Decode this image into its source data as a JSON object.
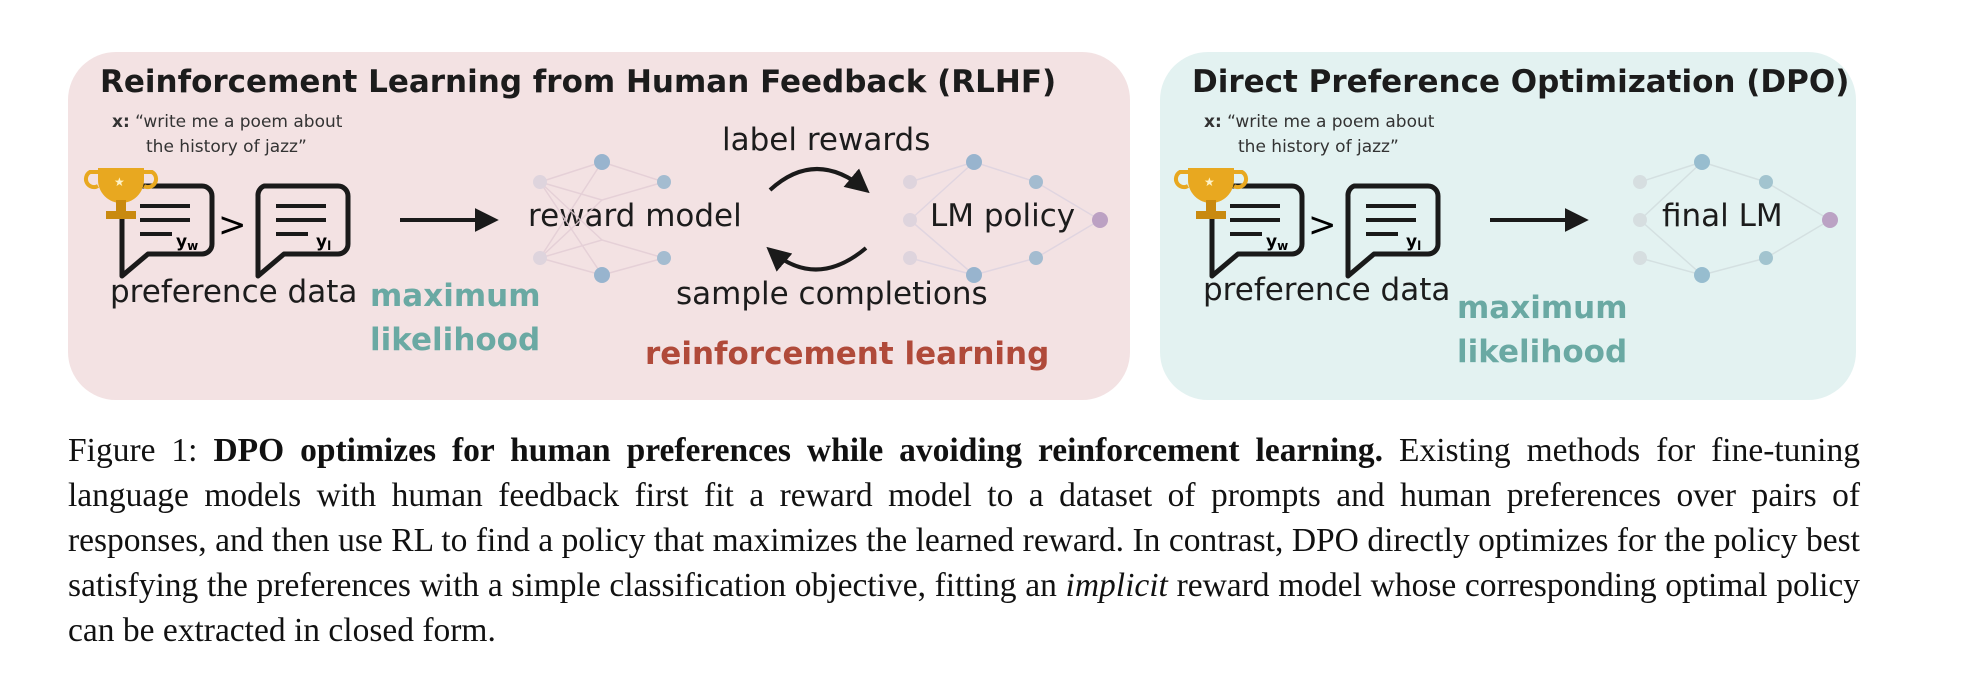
{
  "rlhf": {
    "title": "Reinforcement Learning from Human Feedback (RLHF)",
    "prompt_prefix": "x:",
    "prompt_line1": "“write me a poem about",
    "prompt_line2": "the history of jazz”",
    "y_w": "y_w",
    "y_w_main": "y",
    "y_w_sub": "w",
    "y_l_main": "y",
    "y_l_sub": "l",
    "gt": ">",
    "preference_data": "preference data",
    "maximum": "maximum",
    "likelihood": "likelihood",
    "reward_model": "reward model",
    "label_rewards": "label rewards",
    "lm_policy": "LM policy",
    "sample_completions": "sample completions",
    "reinforcement_learning": "reinforcement learning"
  },
  "dpo": {
    "title": "Direct Preference Optimization (DPO)",
    "prompt_prefix": "x:",
    "prompt_line1": "“write me a poem about",
    "prompt_line2": "the history of jazz”",
    "y_w_main": "y",
    "y_w_sub": "w",
    "y_l_main": "y",
    "y_l_sub": "l",
    "gt": ">",
    "preference_data": "preference data",
    "maximum": "maximum",
    "likelihood": "likelihood",
    "final_lm": "final LM"
  },
  "caption": {
    "figure_label": "Figure 1:",
    "bold_sentence": "DPO optimizes for human preferences while avoiding reinforcement learning.",
    "text_part1": "Existing methods for fine-tuning language models with human feedback first fit a reward model to a dataset of prompts and human preferences over pairs of responses, and then use RL to find a policy that maximizes the learned reward. In contrast, DPO directly optimizes for the policy best satisfying the preferences with a simple classification objective, fitting an",
    "italic_word": "implicit",
    "text_part2": "reward model whose corresponding optimal policy can be extracted in closed form."
  },
  "colors": {
    "rlhf_panel": "#f3e2e3",
    "dpo_panel": "#e3f2f1",
    "teal_text": "#6aa9a3",
    "red_text": "#b04a3a",
    "trophy": "#e8a820",
    "node_blue": "#8fb0cc",
    "node_light": "#d8d4de",
    "node_purple": "#b79ac0"
  },
  "icons": {
    "trophy": "trophy-icon",
    "chat": "chat-bubble-icon",
    "network": "neural-network-icon",
    "arrow": "arrow-right-icon"
  }
}
